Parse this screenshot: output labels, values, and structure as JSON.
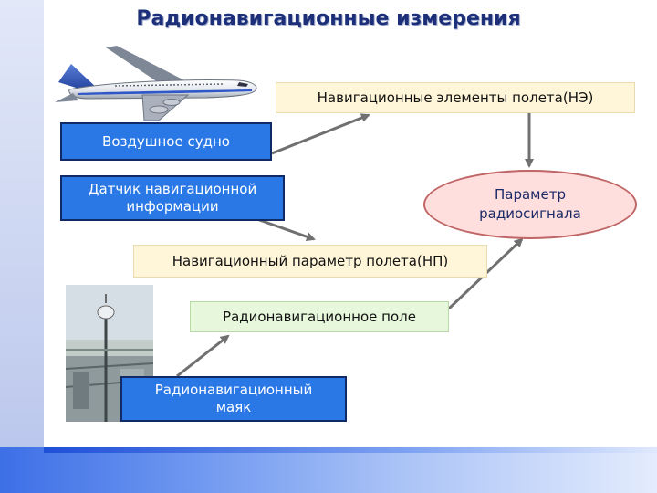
{
  "title": "Радионавигационные измерения",
  "nodes": {
    "nav_elements": "Навигационные элементы полета(НЭ)",
    "aircraft": "Воздушное судно",
    "sensor_line1": "Датчик навигационной",
    "sensor_line2": "информации",
    "radio_param_line1": "Параметр",
    "radio_param_line2": "радиосигнала",
    "nav_parameter": "Навигационный параметр полета(НП)",
    "radio_field": "Радионавигационное поле",
    "beacon_line1": "Радионавигационный",
    "beacon_line2": "маяк"
  },
  "colors": {
    "title": "#1d2f78",
    "box_blue": "#2a78e6",
    "box_cream": "#fff6d9",
    "box_green": "#e6f7dc",
    "ellipse_fill": "#ffdede",
    "arrow": "#707070"
  },
  "images": {
    "airplane": "airplane-image",
    "antenna": "antenna-photo"
  }
}
